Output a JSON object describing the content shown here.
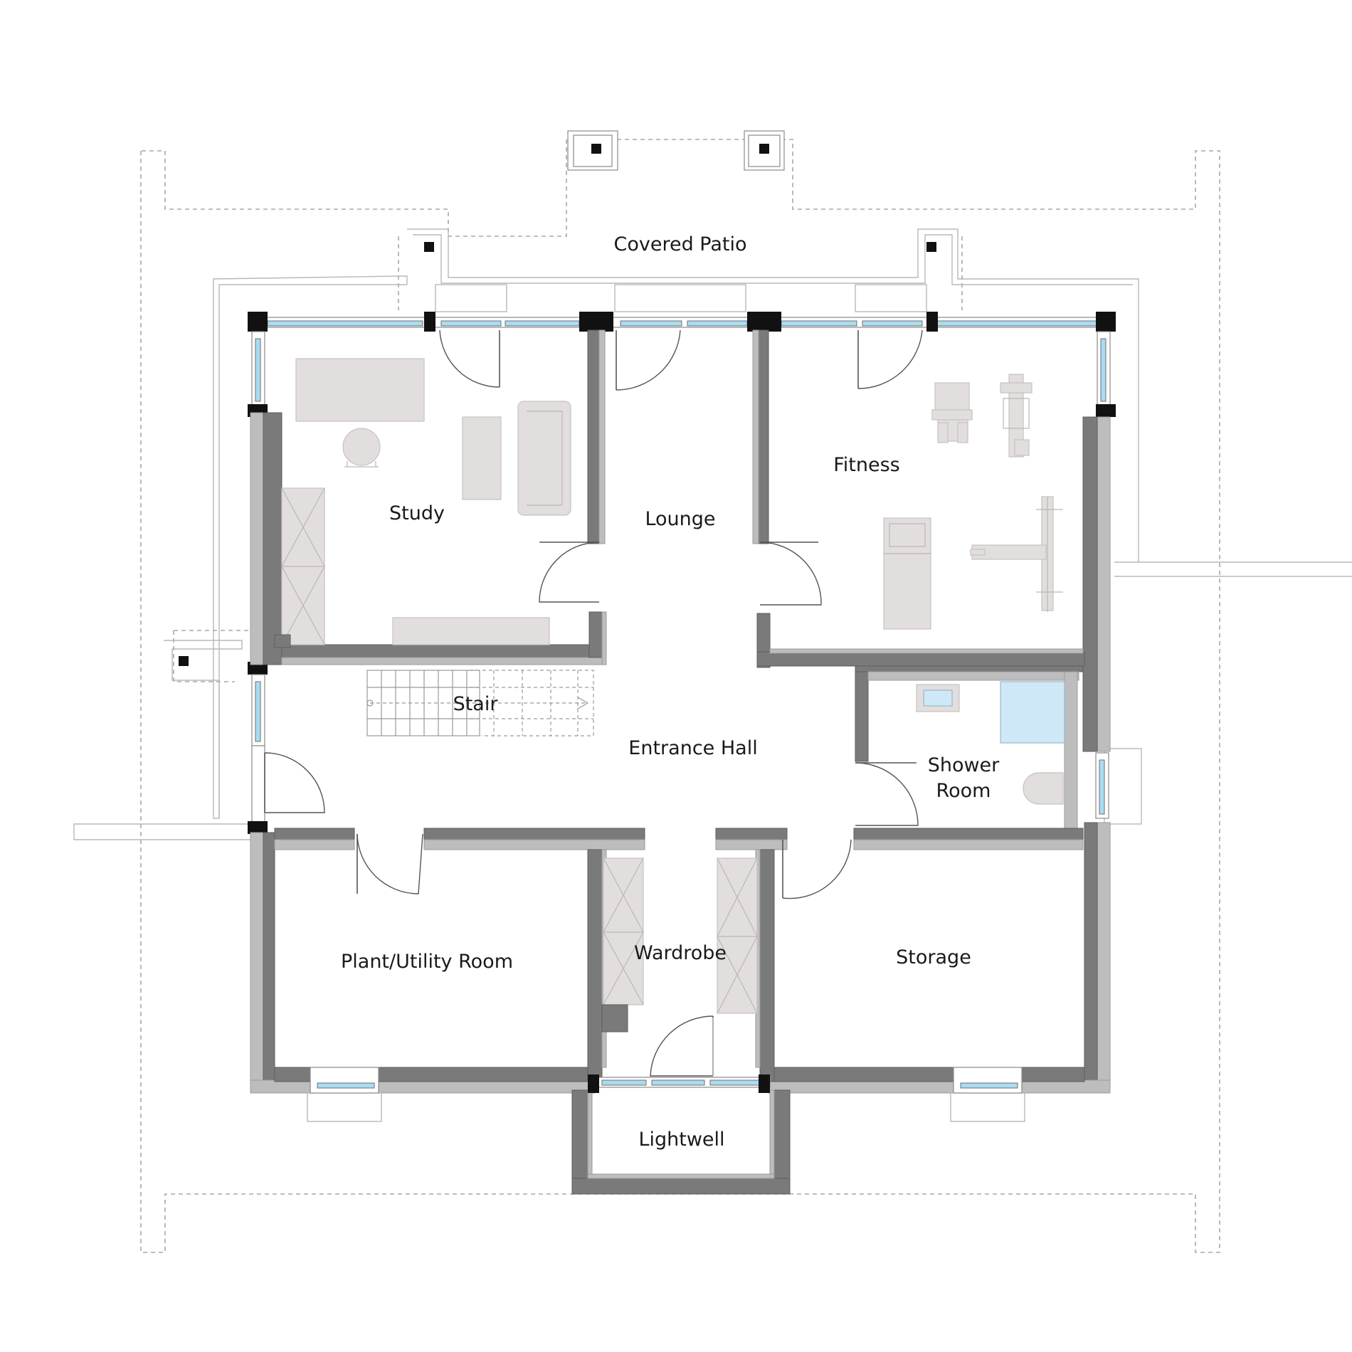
{
  "rooms": {
    "covered_patio": "Covered Patio",
    "study": "Study",
    "lounge": "Lounge",
    "fitness": "Fitness",
    "stair": "Stair",
    "entrance_hall": "Entrance Hall",
    "shower_room_line1": "Shower",
    "shower_room_line2": "Room",
    "plant_utility_room": "Plant/Utility Room",
    "wardrobe": "Wardrobe",
    "storage": "Storage",
    "lightwell": "Lightwell"
  },
  "colors": {
    "wall": "#7a7a7a",
    "glazing": "#a9dcf2",
    "furniture": "#e2dede",
    "shower_tray": "#cfe8f7",
    "label": "#1a1a1a"
  }
}
